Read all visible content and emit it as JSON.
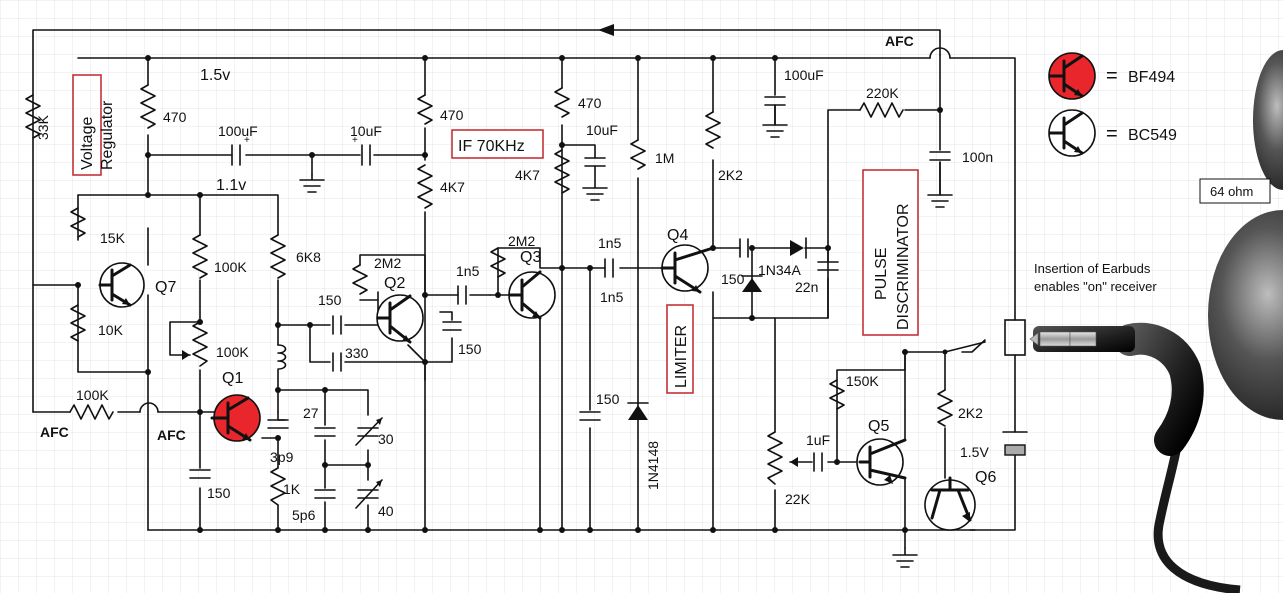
{
  "supply": {
    "rail_1v5": "1.5v",
    "rail_1v1": "1.1v",
    "battery": "1.5V"
  },
  "blocks": {
    "voltage_regulator": [
      "Voltage",
      "Regulator"
    ],
    "if_label": "IF 70KHz",
    "limiter": "LIMITER",
    "pulse_discriminator": [
      "PULSE",
      "DISCRIMINATOR"
    ]
  },
  "afc": {
    "top": "AFC",
    "left": "AFC",
    "q1": "AFC"
  },
  "transistors": {
    "q1": "Q1",
    "q2": "Q2",
    "q3": "Q3",
    "q4": "Q4",
    "q5": "Q5",
    "q6": "Q6",
    "q7": "Q7"
  },
  "parts": {
    "r33k": "33K",
    "r470a": "470",
    "r15k": "15K",
    "r10k": "10K",
    "r100k_left": "100K",
    "c100uf_a": "100uF",
    "c10uf_a": "10uF",
    "r100k_a": "100K",
    "r6k8": "6K8",
    "pot100k": "100K",
    "c150_q1": "150",
    "r470b": "470",
    "r4k7a": "4K7",
    "r2m2a": "2M2",
    "c150_b": "150",
    "c330": "330",
    "c150_c": "150",
    "c27": "27",
    "c3p9": "3p9",
    "r1k": "1K",
    "c5p6": "5p6",
    "vc30": "30",
    "vc40": "40",
    "r470c": "470",
    "c10uf_b": "10uF",
    "r4k7b": "4K7",
    "r2m2b": "2M2",
    "c1n5_a": "1n5",
    "c1n5_b": "1n5",
    "c1n5_c": "1n5",
    "c150_d": "150",
    "d1n4148": "1N4148",
    "r1m": "1M",
    "r2k2a": "2K2",
    "r150": "150",
    "d1n34a": "1N34A",
    "c22n": "22n",
    "c100uf_b": "100uF",
    "r220k": "220K",
    "c100n": "100n",
    "pot22k": "22K",
    "r150k": "150K",
    "c1uf": "1uF",
    "r2k2b": "2K2"
  },
  "legend": {
    "red_type": "BF494",
    "black_type": "BC549",
    "equals": "="
  },
  "earbuds": {
    "impedance": "64 ohm",
    "note": [
      "Insertion of Earbuds",
      "enables \"on\" receiver"
    ]
  },
  "colors": {
    "bf494_fill": "#e8262c",
    "box_border": "#c0262c",
    "wire": "#111111"
  }
}
